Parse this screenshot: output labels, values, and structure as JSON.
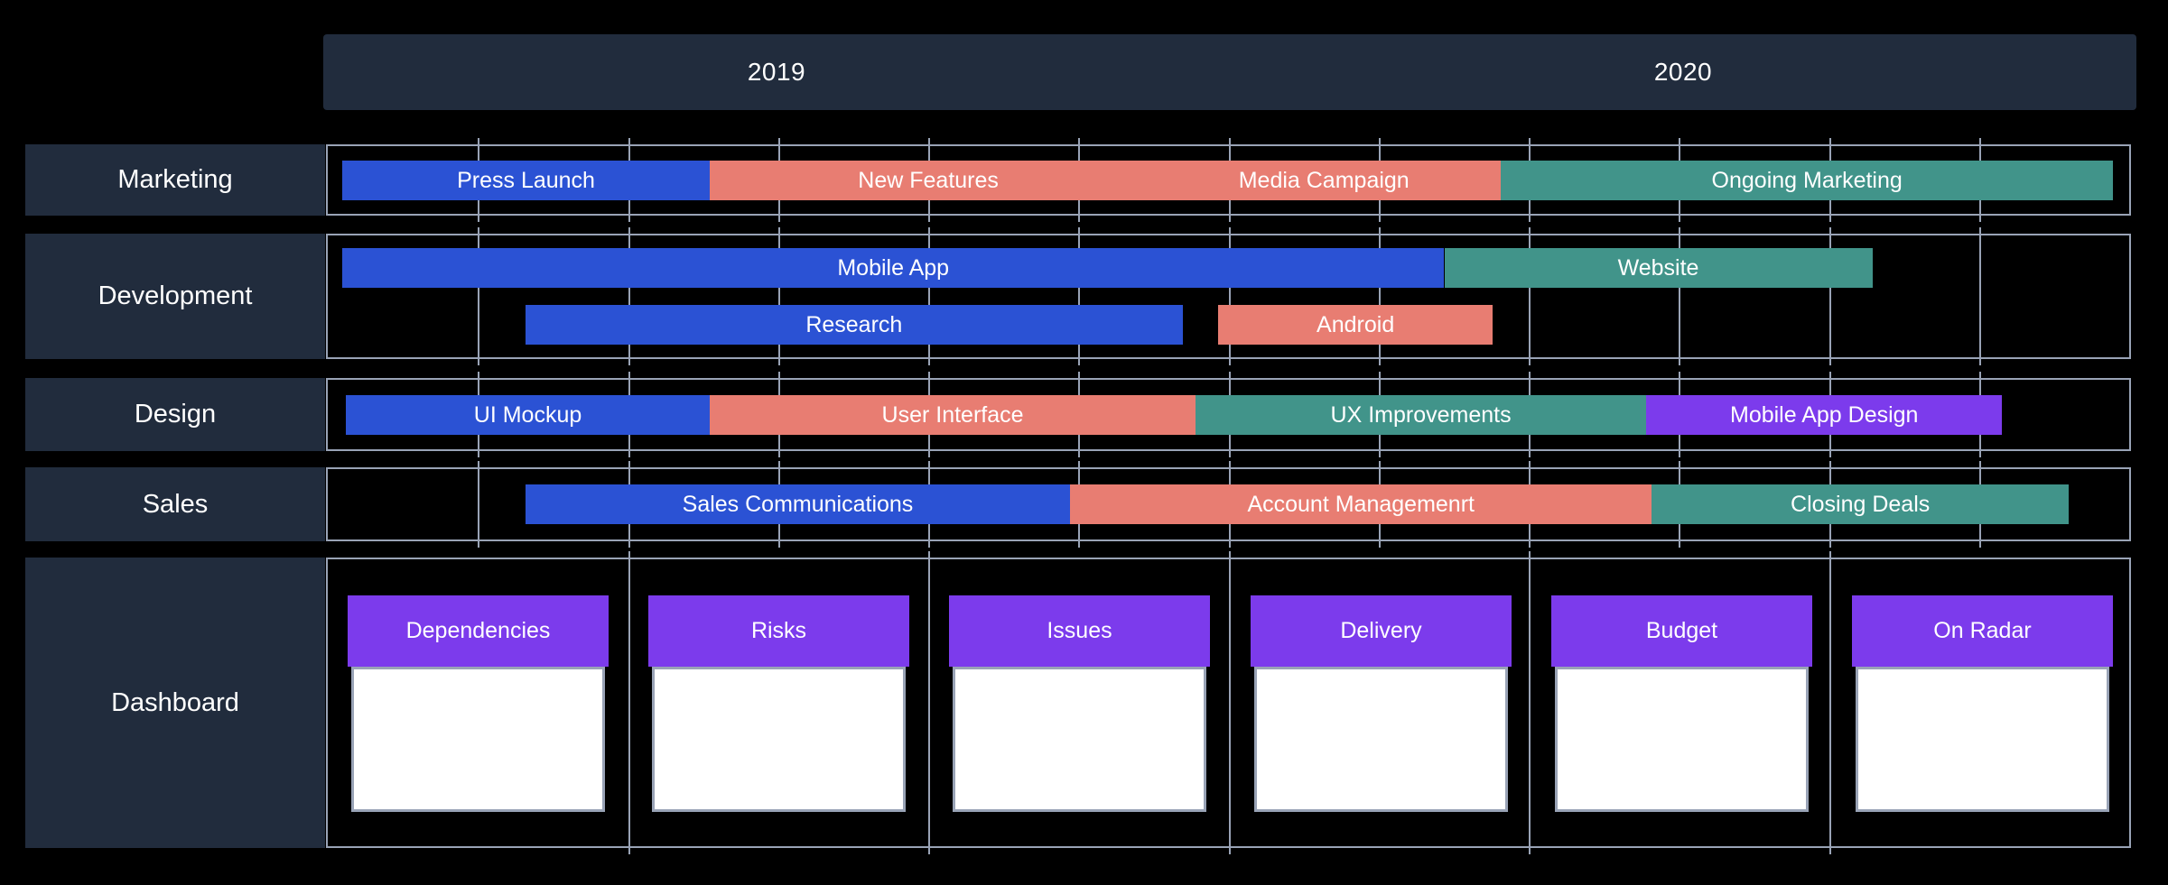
{
  "colors": {
    "bg": "#000000",
    "panel": "#212c3d",
    "grid": "#99a3b6",
    "text": "#ffffff",
    "blue": "#2b52d4",
    "salmon": "#e87d72",
    "teal": "#41948a",
    "purple": "#7c3bec",
    "card_body": "#ffffff"
  },
  "timeline_header": {
    "years": [
      "2019",
      "2020"
    ]
  },
  "rows": [
    {
      "id": "marketing",
      "label": "Marketing",
      "lanes": [
        [
          {
            "label": "Press Launch",
            "color": "blue",
            "start": 0.008,
            "end": 0.2121
          },
          {
            "label": "New Features",
            "color": "salmon",
            "start": 0.2121,
            "end": 0.4547
          },
          {
            "label": "Media Campaign",
            "color": "salmon",
            "start": 0.4547,
            "end": 0.6513
          },
          {
            "label": "Ongoing Marketing",
            "color": "teal",
            "start": 0.6513,
            "end": 0.991
          }
        ]
      ]
    },
    {
      "id": "development",
      "label": "Development",
      "lanes": [
        [
          {
            "label": "Mobile App",
            "color": "blue",
            "start": 0.008,
            "end": 0.6198
          },
          {
            "label": "Website",
            "color": "teal",
            "start": 0.6198,
            "end": 0.8574
          }
        ],
        [
          {
            "label": "Research",
            "color": "blue",
            "start": 0.1096,
            "end": 0.4747
          },
          {
            "label": "Android",
            "color": "salmon",
            "start": 0.4942,
            "end": 0.6468
          }
        ]
      ]
    },
    {
      "id": "design",
      "label": "Design",
      "lanes": [
        [
          {
            "label": "UI Mockup",
            "color": "blue",
            "start": 0.01,
            "end": 0.2121
          },
          {
            "label": "User Interface",
            "color": "salmon",
            "start": 0.2121,
            "end": 0.4817
          },
          {
            "label": "UX Improvements",
            "color": "teal",
            "start": 0.4817,
            "end": 0.7319
          },
          {
            "label": "Mobile App Design",
            "color": "purple",
            "start": 0.7319,
            "end": 0.9295
          }
        ]
      ]
    },
    {
      "id": "sales",
      "label": "Sales",
      "lanes": [
        [
          {
            "label": "Sales Communications",
            "color": "blue",
            "start": 0.1096,
            "end": 0.4122
          },
          {
            "label": "Account Managemenrt",
            "color": "salmon",
            "start": 0.4122,
            "end": 0.7349
          },
          {
            "label": "Closing Deals",
            "color": "teal",
            "start": 0.7349,
            "end": 0.9665
          }
        ]
      ]
    }
  ],
  "dashboard": {
    "id": "dashboard",
    "label": "Dashboard",
    "cards": [
      {
        "title": "Dependencies"
      },
      {
        "title": "Risks"
      },
      {
        "title": "Issues"
      },
      {
        "title": "Delivery"
      },
      {
        "title": "Budget"
      },
      {
        "title": "On Radar"
      }
    ]
  },
  "grid": {
    "columns": 12,
    "dashboard_cells": 6
  }
}
